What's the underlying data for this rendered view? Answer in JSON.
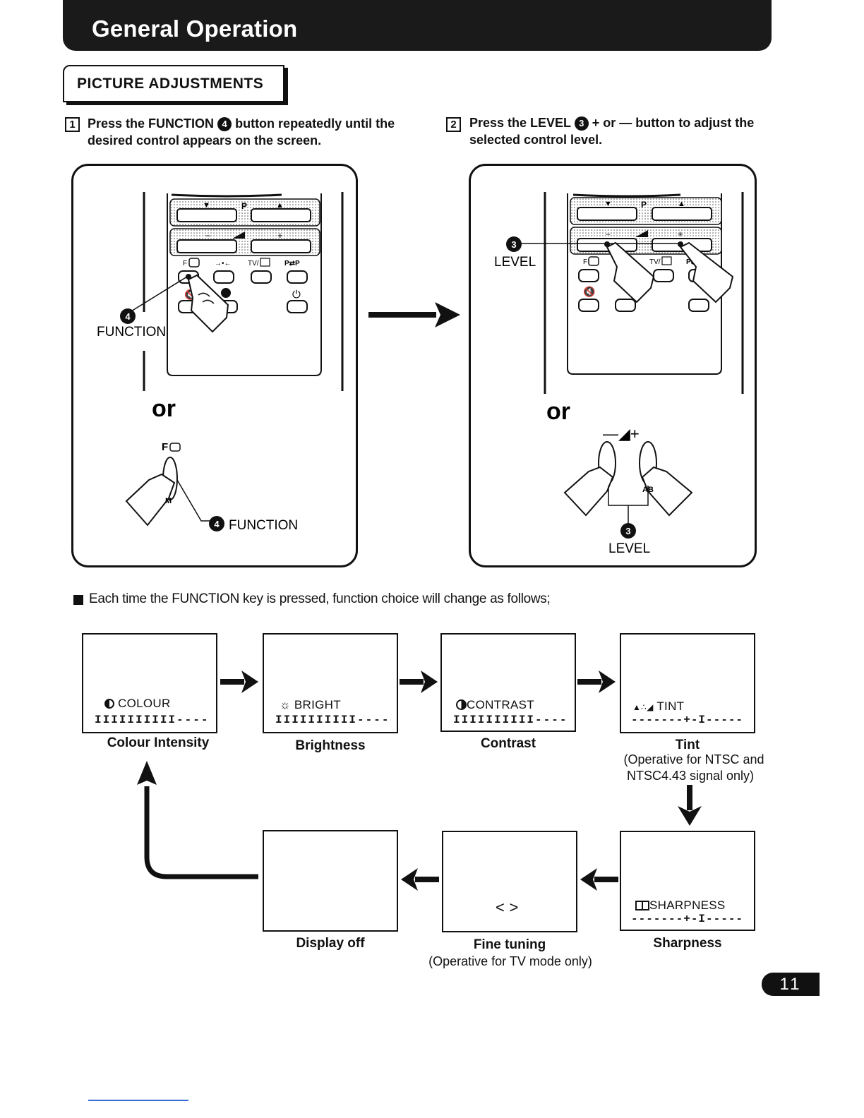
{
  "header": {
    "title": "General Operation"
  },
  "section": {
    "title": "PICTURE ADJUSTMENTS"
  },
  "steps": [
    {
      "num": "1",
      "line1_a": "Press the FUNCTION",
      "marker": "4",
      "line1_b": "button repeatedly until the",
      "line2": "desired control appears on the screen."
    },
    {
      "num": "2",
      "line1_a": "Press the LEVEL",
      "marker": "3",
      "line1_b": "+ or  — button to adjust the",
      "line2": "selected control level."
    }
  ],
  "panel_left": {
    "marker_top": "4",
    "label_top": "FUNCTION",
    "or": "or",
    "small_label": "F",
    "marker_bottom": "4",
    "label_bottom": "FUNCTION",
    "remote_labels": [
      "F",
      "TV/",
      "P⇄P"
    ]
  },
  "panel_right": {
    "marker_top": "3",
    "label_top": "LEVEL",
    "or": "or",
    "plus_minus": "—◢+",
    "marker_bottom": "3",
    "label_bottom": "LEVEL"
  },
  "note": {
    "text": "Each time the FUNCTION key is pressed, function choice will change as follows;"
  },
  "screens": {
    "colour": {
      "osd": "COLOUR",
      "bar": "IIIIIIIIII----",
      "caption": "Colour Intensity"
    },
    "bright": {
      "osd": "BRIGHT",
      "bar": "IIIIIIIIII----",
      "caption": "Brightness"
    },
    "contrast": {
      "osd": "CONTRAST",
      "bar": "IIIIIIIIII----",
      "caption": "Contrast"
    },
    "tint": {
      "osd": "TINT",
      "bar": "-------+-I-----",
      "caption": "Tint",
      "sub1": "(Operative for NTSC and",
      "sub2": "NTSC4.43 signal only)"
    },
    "sharpness": {
      "osd": "SHARPNESS",
      "bar": "-------+-I-----",
      "caption": "Sharpness"
    },
    "fine": {
      "osd": "< >",
      "caption": "Fine tuning",
      "sub1": "(Operative for TV mode only)"
    },
    "display_off": {
      "caption": "Display off"
    }
  },
  "page_number": "11"
}
